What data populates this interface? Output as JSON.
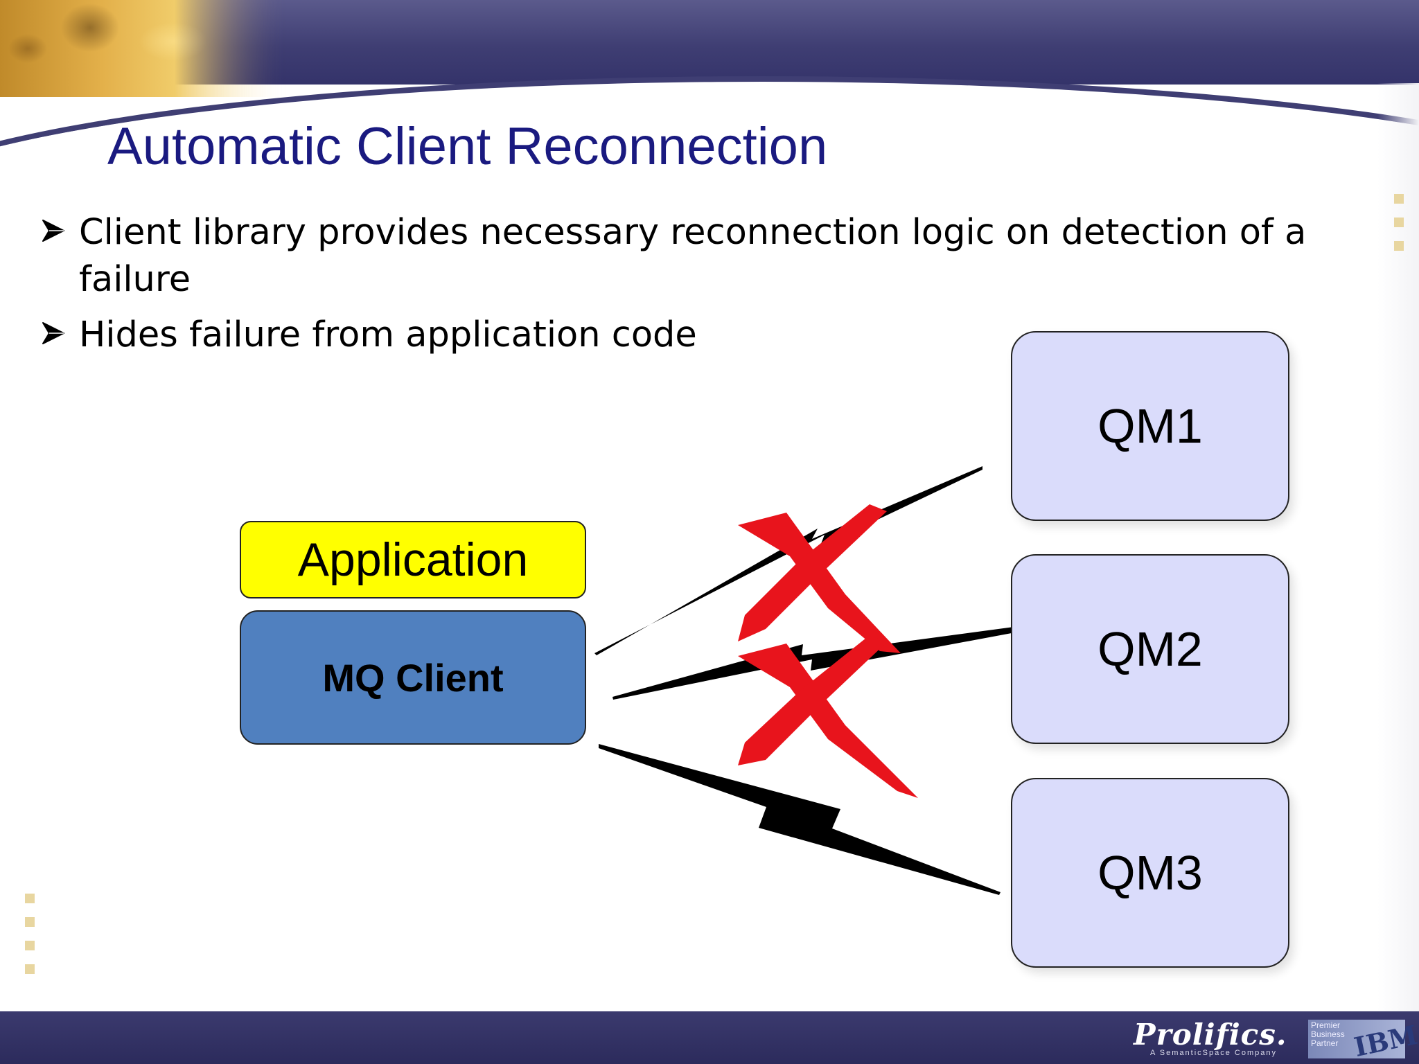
{
  "slide": {
    "title": "Automatic Client Reconnection",
    "bullets": [
      "Client library provides necessary reconnection logic on detection of a failure",
      "Hides failure from application code"
    ]
  },
  "diagram": {
    "application_label": "Application",
    "client_label": "MQ Client",
    "queue_managers": [
      "QM1",
      "QM2",
      "QM3"
    ],
    "connections": [
      {
        "to": "QM1",
        "status": "failed"
      },
      {
        "to": "QM2",
        "status": "failed"
      },
      {
        "to": "QM3",
        "status": "connected"
      }
    ],
    "colors": {
      "application": "#ffff00",
      "client": "#5080bf",
      "queue_manager": "#dadcfb",
      "failure_mark": "#e8141c",
      "title": "#1a1a80",
      "header_bar": "#3f3e73"
    }
  },
  "footer": {
    "logo": "Prolifics.",
    "tagline": "A SemanticSpace Company",
    "partner_text": "Premier Business Partner",
    "partner_logo": "IBM"
  }
}
